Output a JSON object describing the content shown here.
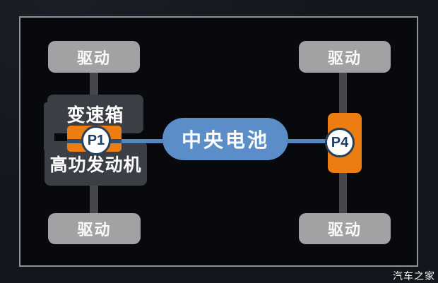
{
  "diagram": {
    "type": "hybrid-powertrain-layout",
    "battery_label": "中央电池",
    "gearbox_label": "变速箱",
    "engine_label": "高功发动机",
    "p1_label": "P1",
    "p4_label": "P4",
    "wheels": [
      {
        "id": "front-left",
        "label": "驱动"
      },
      {
        "id": "front-right",
        "label": "驱动"
      },
      {
        "id": "rear-left",
        "label": "驱动"
      },
      {
        "id": "rear-right",
        "label": "驱动"
      }
    ],
    "watermark": "汽车之家",
    "colors": {
      "orange": "#ec7d10",
      "battery_blue": "#5b8ec9",
      "line_blue": "#5586bf",
      "navy": "#1d3f66",
      "navy_line": "#2e4d72",
      "dark_box": "#3b3e44",
      "wheel_gray": "#a1a2a4",
      "shaft_gray": "#46474b",
      "frame_border": "#8f9297",
      "outer_bg": "#13161c",
      "inner_bg": "#08090d"
    }
  }
}
